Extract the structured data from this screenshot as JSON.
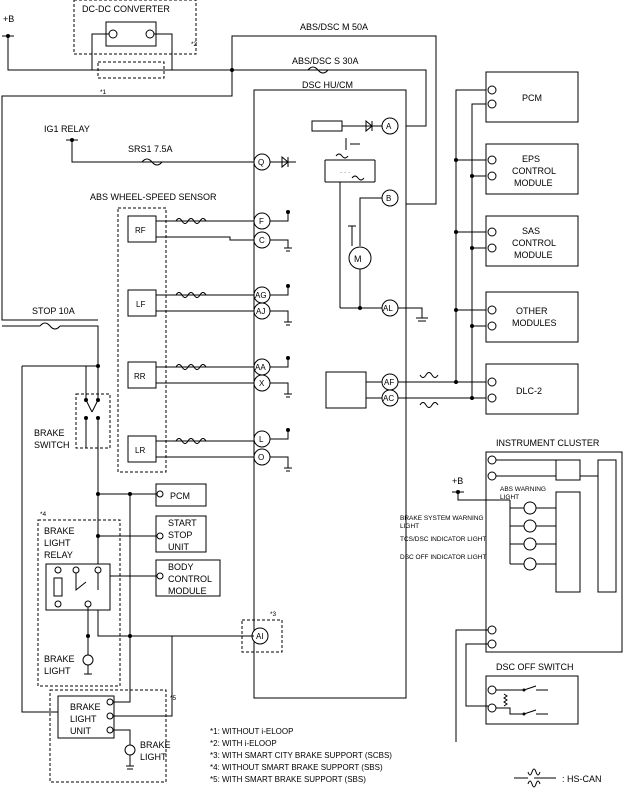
{
  "title": "",
  "power": {
    "plus_b": "+B",
    "plus_b_cluster": "+B",
    "ig1_relay": "IG1 RELAY"
  },
  "dcdc": {
    "label": "DC-DC CONVERTER",
    "note_2": "*2",
    "note_1": "*1"
  },
  "fuses": {
    "abs_m": "ABS/DSC M 50A",
    "abs_s": "ABS/DSC S 30A",
    "srs1": "SRS1 7.5A",
    "stop": "STOP 10A"
  },
  "dsc": {
    "label": "DSC HU/CM",
    "motor": "M"
  },
  "pins": {
    "A": "A",
    "B": "B",
    "Q": "Q",
    "F": "F",
    "C": "C",
    "AG": "AG",
    "AJ": "AJ",
    "AA": "AA",
    "X": "X",
    "L": "L",
    "O": "O",
    "AL": "AL",
    "AF": "AF",
    "AC": "AC",
    "AI": "AI"
  },
  "sensor": {
    "title": "ABS WHEEL-SPEED SENSOR",
    "rf": "RF",
    "lf": "LF",
    "rr": "RR",
    "lr": "LR"
  },
  "modules": {
    "pcm": "PCM",
    "eps": [
      "EPS",
      "CONTROL",
      "MODULE"
    ],
    "sas": [
      "SAS",
      "CONTROL",
      "MODULE"
    ],
    "other": [
      "OTHER",
      "MODULES"
    ],
    "dlc": "DLC-2"
  },
  "cluster": {
    "title": "INSTRUMENT CLUSTER",
    "abs_warning": [
      "ABS WARNING",
      "LIGHT"
    ],
    "brake_warning": [
      "BRAKE SYSTEM WARNING",
      "LIGHT"
    ],
    "tcs": "TCS/DSC INDICATOR LIGHT",
    "dsc_off_ind": "DSC OFF INDICATOR LIGHT"
  },
  "dsc_off_switch": "DSC OFF SWITCH",
  "brake_switch": [
    "BRAKE",
    "SWITCH"
  ],
  "left_modules": {
    "pcm": "PCM",
    "start_stop": [
      "START",
      "STOP",
      "UNIT"
    ],
    "body": [
      "BODY",
      "CONTROL",
      "MODULE"
    ]
  },
  "relay": {
    "note": "*4",
    "label": [
      "BRAKE",
      "LIGHT",
      "RELAY"
    ],
    "light": [
      "BRAKE",
      "LIGHT"
    ]
  },
  "light_unit": {
    "note": "*5",
    "label": [
      "BRAKE",
      "LIGHT",
      "UNIT"
    ],
    "light": [
      "BRAKE",
      "LIGHT"
    ]
  },
  "note_3": "*3",
  "footnotes": [
    "*1: WITHOUT i-ELOOP",
    "*2: WITH i-ELOOP",
    "*3: WITH SMART CITY BRAKE SUPPORT (SCBS)",
    "*4: WITHOUT SMART BRAKE SUPPORT (SBS)",
    "*5: WITH SMART BRAKE SUPPORT (SBS)"
  ],
  "legend": ": HS-CAN"
}
